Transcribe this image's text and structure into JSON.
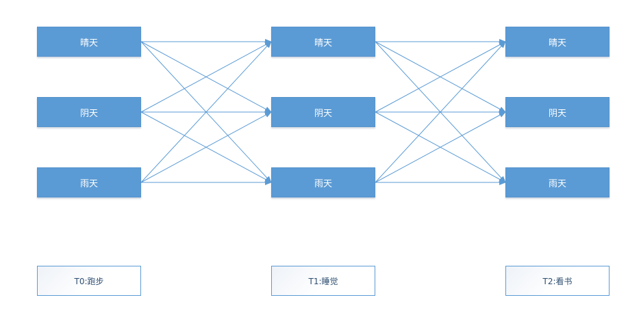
{
  "states": [
    "晴天",
    "阴天",
    "雨天"
  ],
  "observations": [
    "T0:跑步",
    "T1:睡觉",
    "T2:看书"
  ],
  "colors": {
    "node_fill": "#5b9bd5",
    "edge": "#5b9bd5",
    "obs_border": "#5b9bd5",
    "obs_text": "#2f4f72"
  }
}
